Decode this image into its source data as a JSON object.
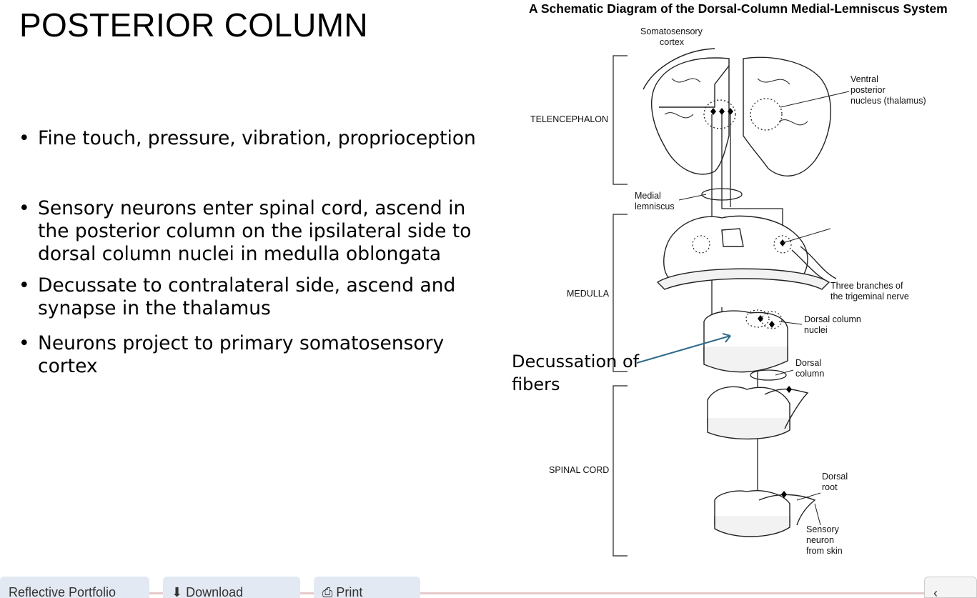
{
  "slide": {
    "title": "POSTERIOR COLUMN",
    "bullets": [
      "Fine touch, pressure, vibration, proprioception",
      "Sensory neurons enter spinal cord, ascend in the posterior column on the ipsilateral side to dorsal column nuclei in medulla oblongata",
      "Decussate to contralateral side, ascend and synapse in the thalamus",
      "Neurons project to primary somatosensory cortex"
    ]
  },
  "diagram": {
    "title": "A Schematic Diagram of the Dorsal-Column Medial-Lemniscus System",
    "regions": [
      "TELENCEPHALON",
      "MEDULLA",
      "SPINAL CORD"
    ],
    "labels": {
      "somatosensory_cortex": [
        "Somatosensory",
        "cortex"
      ],
      "ventral_posterior_nucleus": [
        "Ventral",
        "posterior",
        "nucleus (thalamus)"
      ],
      "medial_lemniscus": [
        "Medial",
        "lemniscus"
      ],
      "trigeminal": [
        "Three branches of",
        "the trigeminal nerve"
      ],
      "dorsal_column_nuclei": [
        "Dorsal column",
        "nuclei"
      ],
      "dorsal_column": [
        "Dorsal",
        "column"
      ],
      "dorsal_root": [
        "Dorsal",
        "root"
      ],
      "sensory_neuron": [
        "Sensory",
        "neuron",
        "from skin"
      ]
    },
    "callout": [
      "Decussation of",
      "fibers"
    ],
    "callout_color": "#2e6a8a"
  },
  "taskbar": {
    "buttons": [
      "Reflective Portfolio",
      "Download",
      "Print"
    ]
  }
}
